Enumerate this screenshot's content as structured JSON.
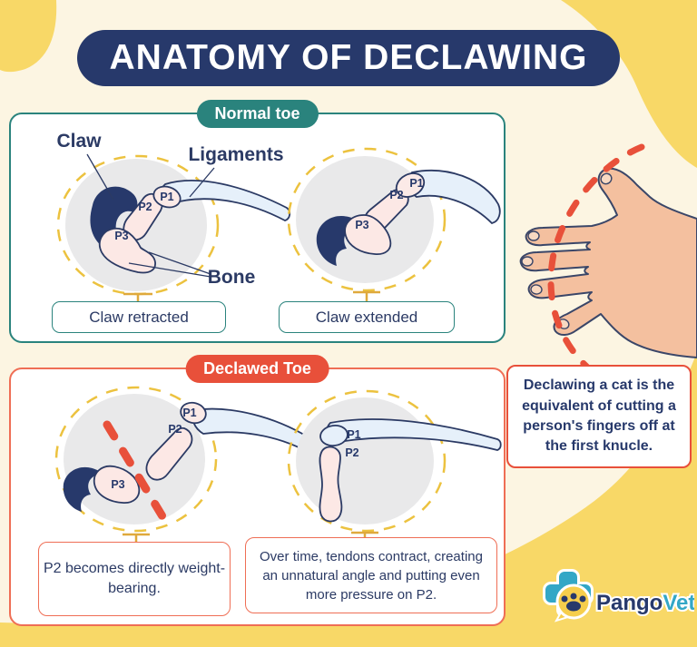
{
  "title": "ANATOMY OF DECLAWING",
  "normal": {
    "badge": "Normal toe",
    "claw_label": "Claw",
    "ligaments_label": "Ligaments",
    "bone_label": "Bone",
    "p1": "P1",
    "p2": "P2",
    "p3": "P3",
    "caption_retracted": "Claw retracted",
    "caption_extended": "Claw extended"
  },
  "declawed": {
    "badge": "Declawed Toe",
    "p1": "P1",
    "p2": "P2",
    "p3": "P3",
    "caption_left": "P2 becomes directly weight-bearing.",
    "caption_right": "Over time, tendons contract, creating an unnatural angle and putting even more pressure on P2."
  },
  "hand_note": "Declawing a cat is the equivalent of cutting a person's fingers off at the first knucle.",
  "logo": {
    "part1": "Pango",
    "part2": "Vet"
  },
  "colors": {
    "navy": "#27396B",
    "teal": "#2A837D",
    "red": "#E8503A",
    "salmon_border": "#EF6E55",
    "gold_dash": "#ECC23F",
    "mustard_connector": "#DFA93C",
    "yellow_blob": "#F8D867",
    "cream_bg": "#FCF5E2",
    "bone_pink": "#FCE8E5",
    "ligament_blue": "#E6F0FA",
    "skin": "#F4C09F",
    "gray_pad": "#E9E9EA",
    "logo_teal": "#33A7C6"
  }
}
